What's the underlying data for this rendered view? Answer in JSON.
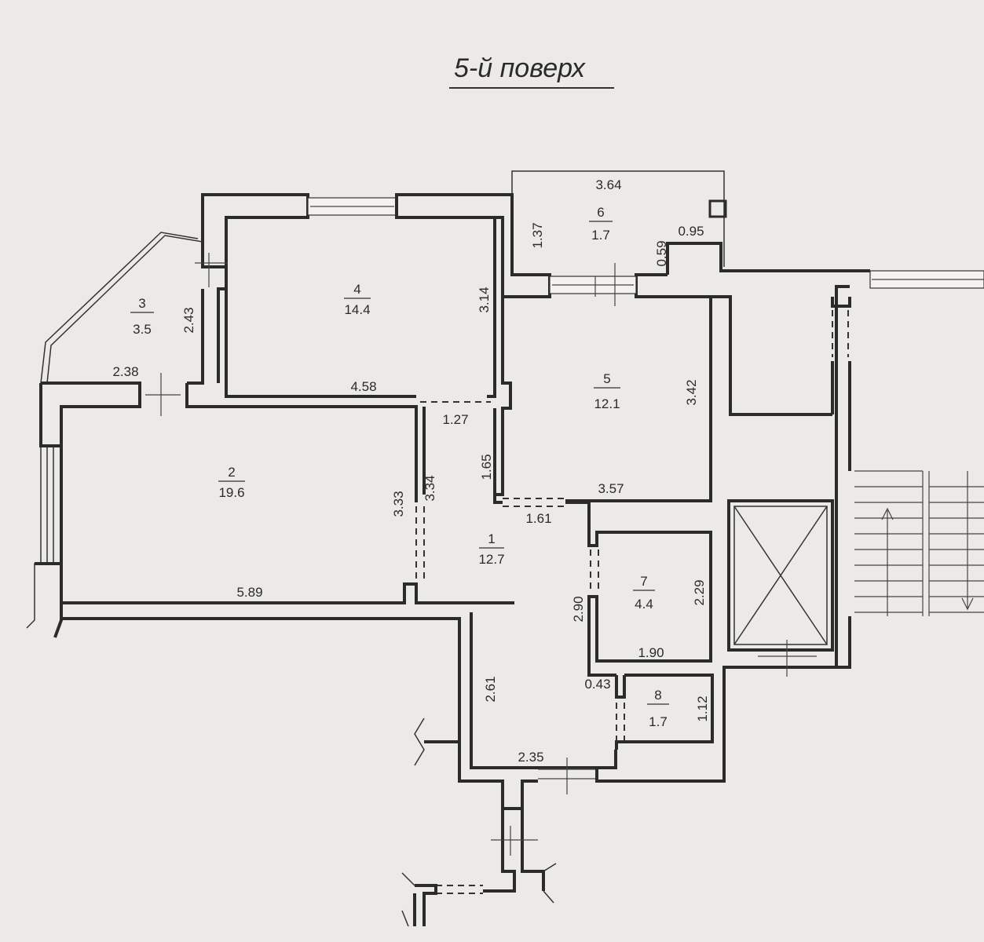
{
  "title": "5-й поверх",
  "rooms": [
    {
      "number": "1",
      "area": "12.7"
    },
    {
      "number": "2",
      "area": "19.6"
    },
    {
      "number": "3",
      "area": "3.5"
    },
    {
      "number": "4",
      "area": "14.4"
    },
    {
      "number": "5",
      "area": "12.1"
    },
    {
      "number": "6",
      "area": "1.7"
    },
    {
      "number": "7",
      "area": "4.4"
    },
    {
      "number": "8",
      "area": "1.7"
    }
  ],
  "dimensions": [
    "3.64",
    "1.37",
    "0.59",
    "0.95",
    "3.14",
    "2.43",
    "2.38",
    "4.58",
    "1.27",
    "3.42",
    "1.65",
    "3.57",
    "1.61",
    "3.33",
    "3.34",
    "5.89",
    "2.90",
    "2.29",
    "1.90",
    "0.43",
    "1.12",
    "2.61",
    "2.35"
  ]
}
